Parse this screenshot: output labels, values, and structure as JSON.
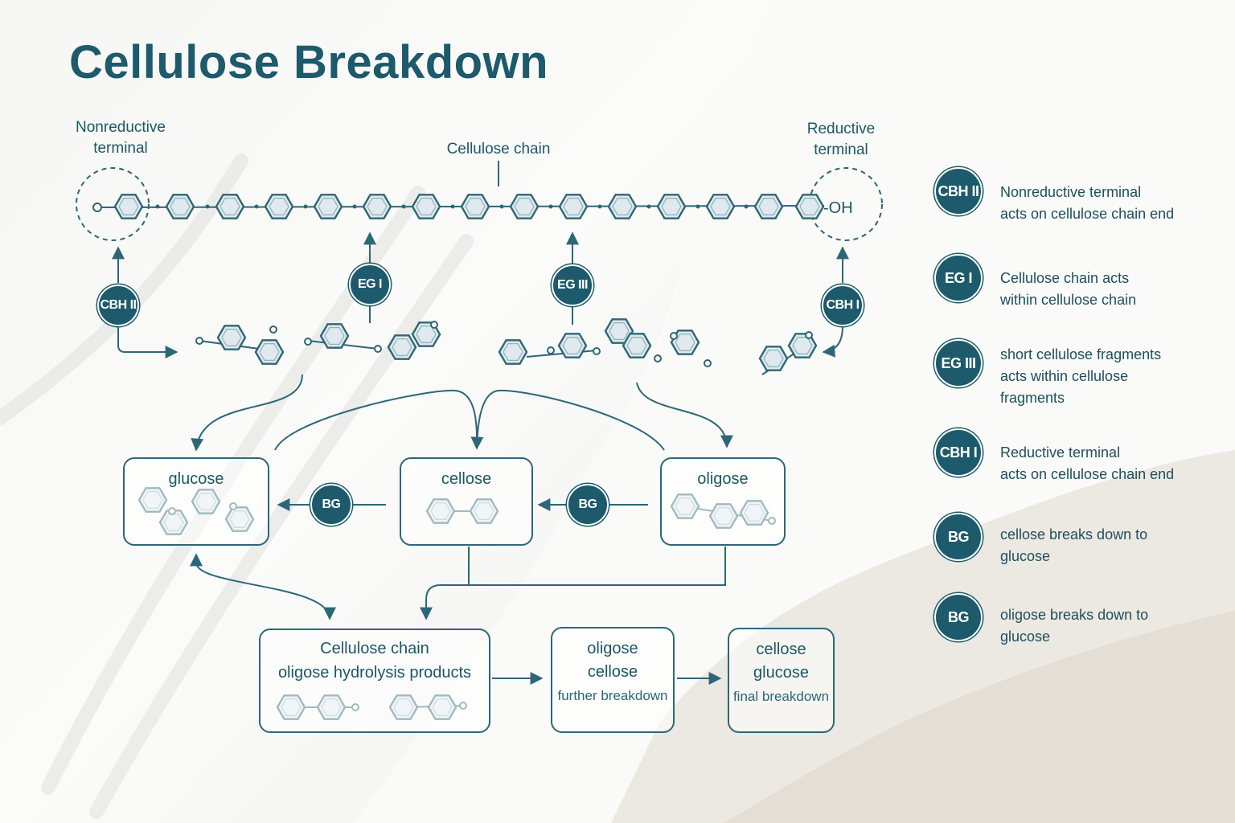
{
  "title": "Cellulose Breakdown",
  "labels": {
    "nonreductive_terminal": "Nonreductive\nterminal",
    "reductive_terminal": "Reductive\nterminal",
    "cellulose_chain": "Cellulose chain",
    "hydroxyl_end": "-OH",
    "chain_start": "O"
  },
  "enzymes": {
    "cbh2": "CBH II",
    "eg1": "EG I",
    "eg3": "EG III",
    "cbh1": "CBH I",
    "bg": "BG"
  },
  "boxes": {
    "glucose": {
      "title": "glucose"
    },
    "cellose": {
      "title": "cellose"
    },
    "oligose": {
      "title": "oligose"
    },
    "products": {
      "title_line1": "Cellulose chain",
      "title_line2": "oligose hydrolysis products"
    },
    "further": {
      "title_line1": "oligose",
      "title_line2": "cellose",
      "sub": "further breakdown"
    },
    "final": {
      "title_line1": "cellose",
      "title_line2": "glucose",
      "sub": "final breakdown"
    }
  },
  "legend": [
    {
      "enzyme": "CBH II",
      "line1": "Nonreductive terminal",
      "line2": "acts on cellulose chain end",
      "line3": ""
    },
    {
      "enzyme": "EG I",
      "line1": "Cellulose chain acts",
      "line2": "within cellulose chain",
      "line3": ""
    },
    {
      "enzyme": "EG III",
      "line1": "short cellulose fragments",
      "line2": "acts within cellulose",
      "line3": "fragments"
    },
    {
      "enzyme": "CBH I",
      "line1": "Reductive terminal",
      "line2": "acts on cellulose chain end",
      "line3": ""
    },
    {
      "enzyme": "BG",
      "line1": "cellose breaks down to",
      "line2": "glucose",
      "line3": ""
    },
    {
      "enzyme": "BG",
      "line1": "oligose breaks down to",
      "line2": "glucose",
      "line3": ""
    }
  ],
  "colors": {
    "primary": "#1d5a6b",
    "line": "#2d6777",
    "ring_fill": "#dfe9ee"
  }
}
